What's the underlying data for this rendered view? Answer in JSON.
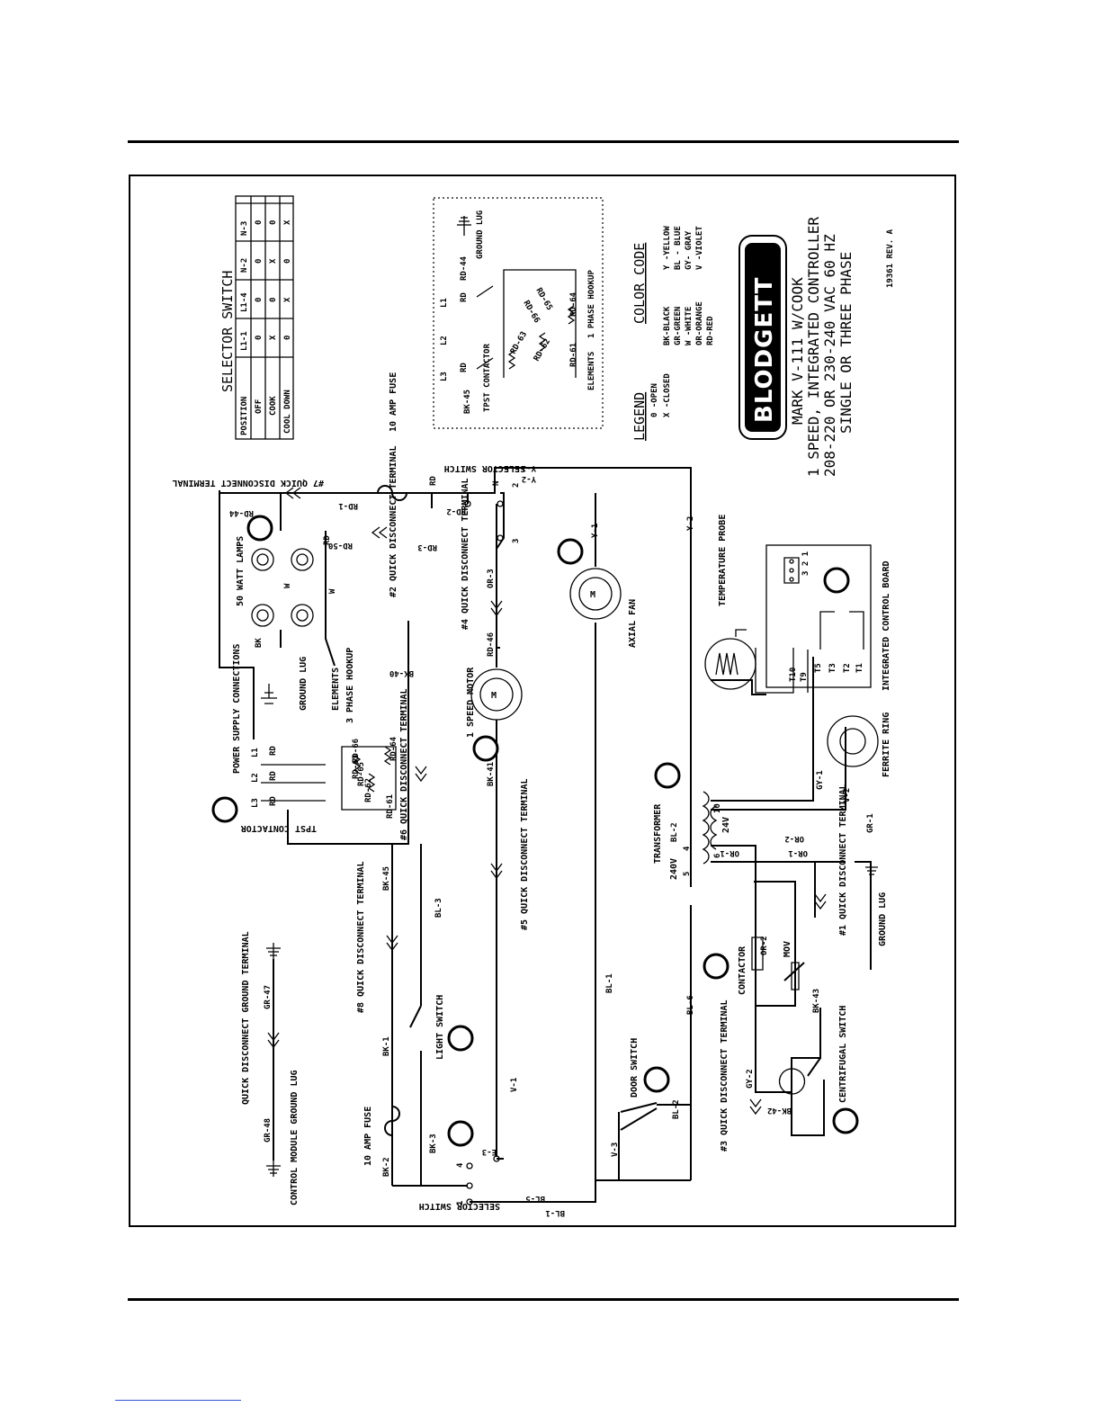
{
  "selector_table": {
    "title": "SELECTOR SWITCH",
    "headers": [
      "POSITION",
      "L1-1",
      "L1-4",
      "N-2",
      "N-3"
    ],
    "rows": [
      [
        "OFF",
        "0",
        "0",
        "0",
        "0"
      ],
      [
        "COOK",
        "X",
        "0",
        "X",
        "0"
      ],
      [
        "COOL DOWN",
        "0",
        "X",
        "0",
        "X"
      ]
    ]
  },
  "legend": {
    "title": "LEGEND",
    "items": [
      "0 -OPEN",
      "X -CLOSED"
    ]
  },
  "color_code": {
    "title": "COLOR CODE",
    "items": [
      "BK-BLACK",
      "Y -YELLOW",
      "GR-GREEN",
      "BL - BLUE",
      "W -WHITE",
      "GY- GRAY",
      "OR-ORANGE",
      "V -VIOLET",
      "RD-RED"
    ]
  },
  "brand": "BLODGETT",
  "model_lines": [
    "MARK V-111 W/COOK",
    "1 SPEED, INTEGRATED CONTROLLER",
    "208-220 OR 230-240 VAC 60 HZ",
    "SINGLE OR THREE PHASE"
  ],
  "drawing_no": "19361 REV. A",
  "single_phase": {
    "ground_lug": "GROUND LUG",
    "ground_wire": "RD-44",
    "contactor": "TPST CONTACTOR",
    "wire_l3": "BK-45",
    "elements": "ELEMENTS",
    "hookup": "1 PHASE HOOKUP",
    "element_wires": [
      "RD-61",
      "RD-62",
      "RD-63",
      "RD-64",
      "RD-65",
      "RD-66"
    ],
    "terminals": [
      "L1",
      "L2",
      "L3",
      "RD",
      "RD"
    ]
  },
  "labels": {
    "qd7": "#7 QUICK DISCONNECT TERMINAL",
    "fuse10_top": "10 AMP FUSE",
    "sel_switch": "SELECTOR SWITCH",
    "lamps": "50 WATT LAMPS",
    "qd2": "#2 QUICK DISCONNECT TERMINAL",
    "qd4": "#4 QUICK DISCONNECT TERMINAL",
    "axial_fan": "AXIAL FAN",
    "temp_probe": "TEMPERATURE PROBE",
    "power_supply": "POWER SUPPLY CONNECTIONS",
    "ground_lug": "GROUND LUG",
    "elements3": "ELEMENTS",
    "hookup3": "3 PHASE HOOKUP",
    "tpst": "TPST CONTACTOR",
    "qd6": "#6 QUICK DISCONNECT TERMINAL",
    "speed_motor": "1 SPEED MOTOR",
    "qd5": "#5 QUICK DISCONNECT TERMINAL",
    "transformer": "TRANSFORMER",
    "ferrite": "FERRITE RING",
    "icb": "INTEGRATED CONTROL BOARD",
    "qd1": "#1 QUICK DISCONNECT TERMINAL",
    "ground_lug_b": "GROUND LUG",
    "qd8": "#8 QUICK DISCONNECT TERMINAL",
    "contactor": "CONTACTOR",
    "mov": "MOV",
    "light_switch": "LIGHT SWITCH",
    "door_switch": "DOOR SWITCH",
    "qd3": "#3 QUICK DISCONNECT TERMINAL",
    "centrifugal": "CENTRIFUGAL SWITCH",
    "qd_ground": "QUICK DISCONNECT GROUND TERMINAL",
    "control_module": "CONTROL MODULE GROUND LUG",
    "fuse10_bottom": "10 AMP FUSE",
    "sel_switch_b": "SELECTOR SWITCH",
    "v240": "240V",
    "v24": "24V"
  },
  "wires": {
    "RD44": "RD-44",
    "RD1": "RD-1",
    "RD50": "RD-50",
    "RD3": "RD-3",
    "RD2": "RD-2",
    "RD": "RD",
    "N": "N",
    "Y2": "Y-2",
    "Y1": "Y-1",
    "OR3": "OR-3",
    "RD46": "RD-46",
    "BK40": "BK-40",
    "BK41": "BK-41",
    "BK45": "BK-45",
    "BL3": "BL-3",
    "BL1": "BL-1",
    "BL6": "BL-6",
    "BL2": "BL-2",
    "GY1": "GY-1",
    "V2": "V-2",
    "OR1": "OR-1",
    "OR2": "OR-2",
    "GR1": "GR-1",
    "BK43": "BK-43",
    "GY2": "GY-2",
    "BK42": "BK-42",
    "GR47": "GR-47",
    "GR48": "GR-48",
    "BK1": "BK-1",
    "BK2": "BK-2",
    "BK3": "BK-3",
    "V1": "V-1",
    "V3": "V-3",
    "BL5": "BL-5",
    "E3": "E-3",
    "W": "W",
    "BK": "BK",
    "L1": "L1",
    "L2": "L2",
    "L3": "L3",
    "RD61": "RD-61",
    "RD62": "RD-62",
    "RD63": "RD-63",
    "RD64": "RD-64",
    "RD65": "RD-65",
    "RD66": "RD-66",
    "T10": "T10",
    "T9": "T9",
    "T5": "T5",
    "T3": "T3",
    "T2": "T2",
    "T1": "T1",
    "p321": "3 2 1",
    "n2": "2",
    "n3": "3",
    "n4": "4",
    "n1": "1",
    "n5": "5",
    "n6": "6",
    "n10": "10"
  }
}
